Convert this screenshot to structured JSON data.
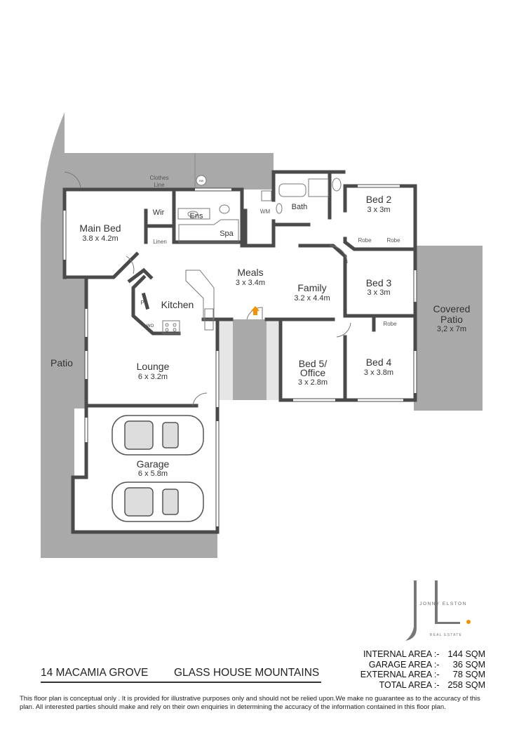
{
  "rooms": {
    "main_bed": {
      "name": "Main Bed",
      "size": "3.8 x 4.2m"
    },
    "wir": "Wir",
    "ens": "Ens",
    "spa": "Spa",
    "linen": "Linen",
    "clothes_line": [
      "Clothes",
      "Line"
    ],
    "hw": "HW",
    "wm": "WM",
    "bath": "Bath",
    "bed2": {
      "name": "Bed 2",
      "size": "3 x 3m"
    },
    "robe_a": "Robe",
    "robe_b": "Robe",
    "robe_c": "Robe",
    "meals": {
      "name": "Meals",
      "size": "3 x 3.4m"
    },
    "family": {
      "name": "Family",
      "size": "3.2 x 4.4m"
    },
    "bed3": {
      "name": "Bed 3",
      "size": "3 x 3m"
    },
    "kitchen": "Kitchen",
    "pantry": "P",
    "wo": "WO",
    "covered_patio": {
      "name": [
        "Covered",
        "Patio"
      ],
      "size": "3,2 x 7m"
    },
    "patio": "Patio",
    "lounge": {
      "name": "Lounge",
      "size": "6 x 3.2m"
    },
    "bed5": {
      "name": [
        "Bed 5/",
        "Office"
      ],
      "size": "3 x 2.8m"
    },
    "bed4": {
      "name": "Bed 4",
      "size": "3 x 3.8m"
    },
    "garage": {
      "name": "Garage",
      "size": "6 x 5.8m"
    }
  },
  "colors": {
    "wall": "#4a4a4a",
    "outdoor": "#a9a9a9",
    "entry_arrow": "#f39200",
    "logo_dot": "#f39200"
  },
  "logo": {
    "letters": "JE",
    "name": "JONNY ELSTON",
    "tagline": "REAL ESTATE"
  },
  "address": {
    "street": "14 MACAMIA GROVE",
    "suburb": "GLASS HOUSE MOUNTAINS"
  },
  "areas": [
    {
      "label": "INTERNAL AREA :-",
      "value": "144",
      "unit": "SQM"
    },
    {
      "label": "GARAGE AREA :-",
      "value": "36",
      "unit": "SQM"
    },
    {
      "label": "EXTERNAL AREA :-",
      "value": "78",
      "unit": "SQM"
    },
    {
      "label": "TOTAL AREA :-",
      "value": "258",
      "unit": "SQM"
    }
  ],
  "disclaimer": "This floor plan  is conceptual only . It is provided for illustrative purposes only and should not be relied upon.We make no guarantee as to the accuracy of this plan. All interested parties should make and rely on their own enquiries in determining the accuracy of the information contained in this floor plan."
}
